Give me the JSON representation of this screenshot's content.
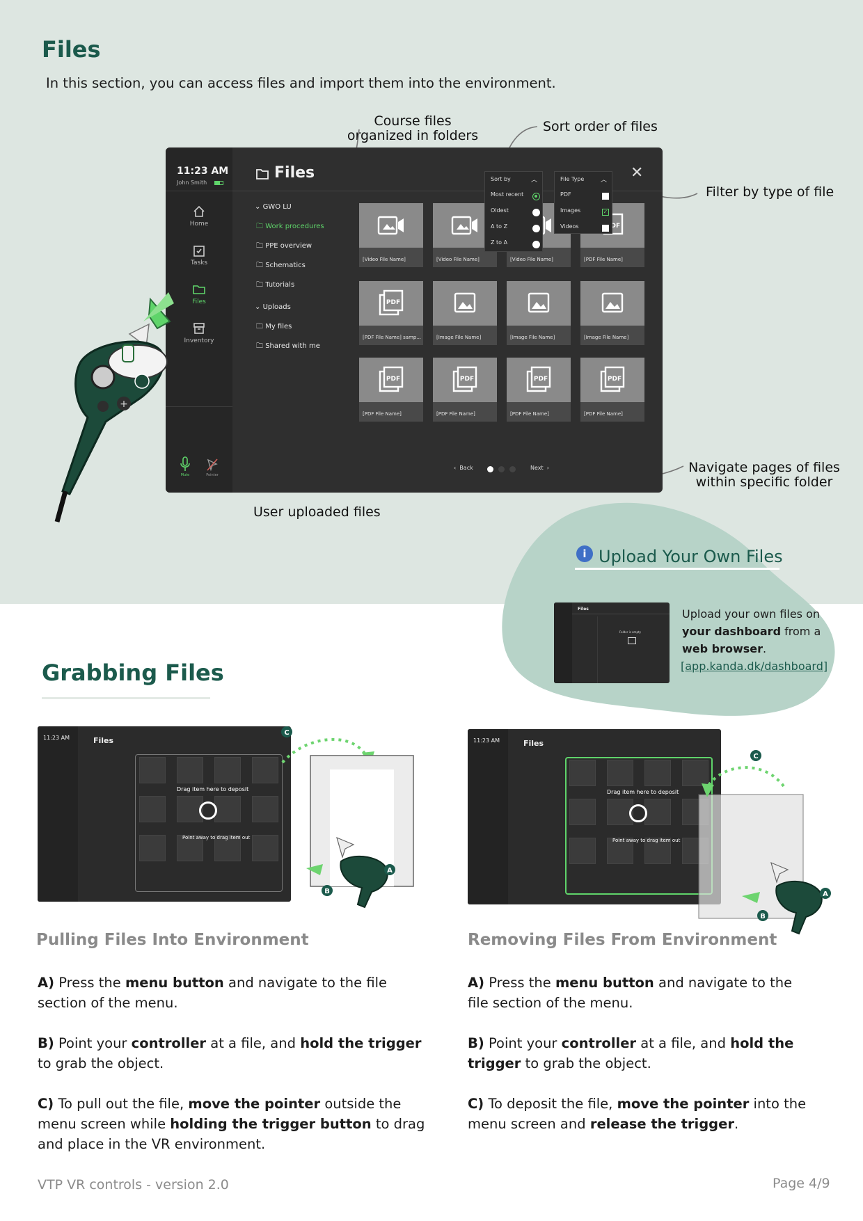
{
  "header": {
    "title": "Files",
    "intro": "In this section, you can access files and import them into the environment."
  },
  "callouts": {
    "course_files": "Course files organized in folders",
    "sort_order": "Sort order of files",
    "filter_type": "Filter by type of file",
    "navigate_pages": "Navigate pages of files within specific folder",
    "user_uploaded": "User uploaded files"
  },
  "menu": {
    "time": "11:23 AM",
    "user": "John Smith",
    "title": "Files",
    "sidebar": [
      "Home",
      "Tasks",
      "Files",
      "Inventory"
    ],
    "footer": [
      "Mute",
      "Pointer"
    ],
    "folders": {
      "group1": "GWO LU",
      "items1": [
        "Work procedures",
        "PPE overview",
        "Schematics",
        "Tutorials"
      ],
      "group2": "Uploads",
      "items2": [
        "My files",
        "Shared with me"
      ]
    },
    "sort": {
      "label": "Sort by",
      "options": [
        "Most recent",
        "Oldest",
        "A to Z",
        "Z to A"
      ]
    },
    "filter": {
      "label": "File Type",
      "options": [
        "PDF",
        "Images",
        "Videos"
      ]
    },
    "files": [
      "[Video File Name]",
      "[Video File Name]",
      "[Video File Name]",
      "[PDF File Name]",
      "[PDF File Name] samp...",
      "[Image File Name]",
      "[Image File Name]",
      "[Image File Name]",
      "[PDF File Name]",
      "[PDF File Name]",
      "[PDF File Name]",
      "[PDF File Name]"
    ],
    "pager": {
      "back": "Back",
      "next": "Next"
    }
  },
  "upload_box": {
    "title": "Upload Your Own Files",
    "text_1": "Upload your own files on",
    "text_bold_1": "your dashboard",
    "text_2": "from a",
    "text_bold_2": "web browser",
    "text_3": ".",
    "link": "[app.kanda.dk/dashboard]",
    "mini_title": "Files",
    "mini_empty": "Folder is empty"
  },
  "grabbing": {
    "title": "Grabbing Files",
    "drag_deposit": "Drag item here to deposit",
    "point_away": "Point away to drag item out",
    "markers": [
      "A",
      "B",
      "C"
    ],
    "left": {
      "heading": "Pulling Files Into Environment",
      "a_label": "A)",
      "a_1": "Press the",
      "a_b1": "menu button",
      "a_2": "and navigate to the file section of the menu.",
      "b_label": "B)",
      "b_1": "Point your",
      "b_b1": "controller",
      "b_2": "at a file, and",
      "b_b2": "hold the trigger",
      "b_3": "to grab the object.",
      "c_label": "C)",
      "c_1": "To pull out the file,",
      "c_b1": "move the pointer",
      "c_2": "outside the menu screen while",
      "c_b2": "holding the trigger button",
      "c_3": "to drag and place in the VR environment."
    },
    "right": {
      "heading": "Removing Files From Environment",
      "a_label": "A)",
      "a_1": "Press the",
      "a_b1": "menu button",
      "a_2": "and navigate to the file section of the menu.",
      "b_label": "B)",
      "b_1": "Point your",
      "b_b1": "controller",
      "b_2": "at a file, and",
      "b_b2": "hold the trigger",
      "b_3": "to grab the object.",
      "c_label": "C)",
      "c_1": "To deposit the file,",
      "c_b1": "move the pointer",
      "c_2": "into the menu screen and",
      "c_b2": "release the trigger",
      "c_3": "."
    }
  },
  "footer": {
    "doc": "VTP VR controls - version 2.0",
    "page": "Page 4/9"
  },
  "colors": {
    "brand": "#1b5a4c",
    "accent": "#5fd46a",
    "band": "#dde6e1",
    "blob": "#b7d3c8"
  }
}
